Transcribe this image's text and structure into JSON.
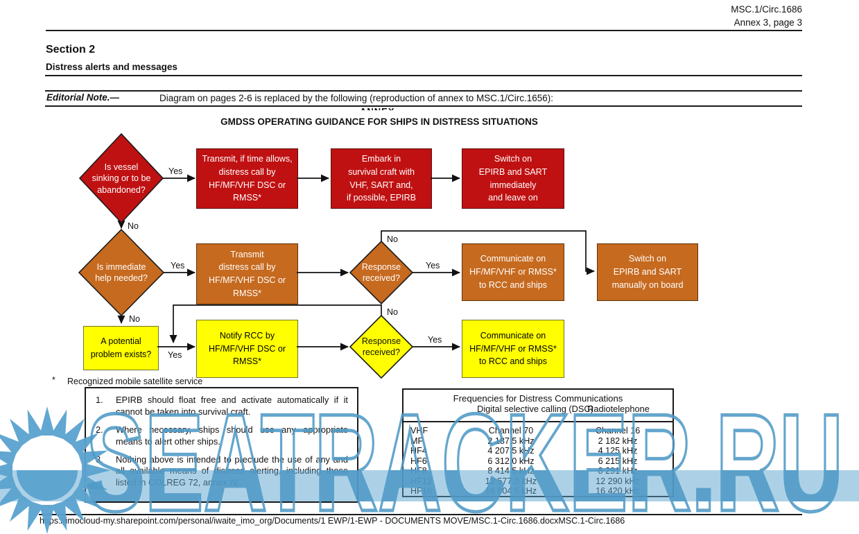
{
  "page": {
    "doc_ref_line1": "MSC.1/Circ.1686",
    "doc_ref_line2": "Annex 3, page 3",
    "section_title": "Section 2",
    "section_subtitle": "Distress alerts and messages",
    "editorial_label": "Editorial Note.—",
    "editorial_text": "Diagram on pages 2-6 is replaced by the following (reproduction of annex to MSC.1/Circ.1656):",
    "annex_clipped": "ANNEX",
    "diagram_title": "GMDSS OPERATING GUIDANCE FOR SHIPS IN DISTRESS SITUATIONS",
    "footnote_star": "*",
    "footnote": "Recognized mobile satellite service",
    "footer_url": "https://imocloud-my.sharepoint.com/personal/iwaite_imo_org/Documents/1 EWP/1-EWP - DOCUMENTS MOVE/MSC.1-Circ.1686.docxMSC.1-Circ.1686"
  },
  "flowchart": {
    "colors": {
      "distress_red": "#c01112",
      "urgency_orange": "#c66a1f",
      "caution_yellow": "#ffff00"
    },
    "labels": {
      "yes": "Yes",
      "no": "No"
    },
    "row1": {
      "decision": "Is vessel\nsinking or to be\nabandoned?",
      "box1": "Transmit, if time allows,\ndistress call by\nHF/MF/VHF DSC or\nRMSS*",
      "box2": "Embark in\nsurvival craft with\nVHF, SART and,\nif possible, EPIRB",
      "box3": "Switch on\nEPIRB and SART\nimmediately\nand leave on"
    },
    "row2": {
      "decision": "Is immediate\nhelp needed?",
      "box1": "Transmit\ndistress call by\nHF/MF/VHF DSC or\nRMSS*",
      "decision2": "Response\nreceived?",
      "box2": "Communicate on\nHF/MF/VHF or RMSS*\nto RCC and ships",
      "box3": "Switch on\nEPIRB and SART\nmanually on board"
    },
    "row3": {
      "decision": "A potential\nproblem exists?",
      "box1": "Notify RCC by\nHF/MF/VHF DSC or\nRMSS*",
      "decision2": "Response\nreceived?",
      "box2": "Communicate on\nHF/MF/VHF or RMSS*\nto RCC and ships"
    }
  },
  "notes": {
    "items": [
      {
        "n": "1.",
        "text": "EPIRB should float free and activate automatically if it cannot be taken into survival craft."
      },
      {
        "n": "2.",
        "text": "Where necessary, ships should use any appropriate means to alert other ships."
      },
      {
        "n": "3.",
        "text": "Nothing above is intended to preclude the use of any and all available means of distress alerting, including those listed in COLREG 72, annex IV."
      }
    ]
  },
  "freq_table": {
    "title": "Frequencies for Distress Communications",
    "col_dsc": "Digital selective calling (DSC)",
    "col_rt": "Radiotelephone",
    "rows": [
      {
        "band": "VHF",
        "dsc": "Channel 70",
        "rt": "Channel 16"
      },
      {
        "band": "MF",
        "dsc": "2 187.5 kHz",
        "rt": "2 182 kHz"
      },
      {
        "band": "HF4",
        "dsc": "4 207.5 kHz",
        "rt": "4 125 kHz"
      },
      {
        "band": "HF6",
        "dsc": "6 312.0 kHz",
        "rt": "6 215 kHz"
      },
      {
        "band": "HF8",
        "dsc": "8 414.5 kHz",
        "rt": "8 291 kHz"
      },
      {
        "band": "HF12",
        "dsc": "12 577.0 kHz",
        "rt": "12 290 kHz"
      },
      {
        "band": "HF16",
        "dsc": "16 804.5 kHz",
        "rt": "16 420 kHz"
      }
    ]
  },
  "watermark": {
    "text": "SEATRACKER.RU",
    "color": "#4f9ac7"
  }
}
